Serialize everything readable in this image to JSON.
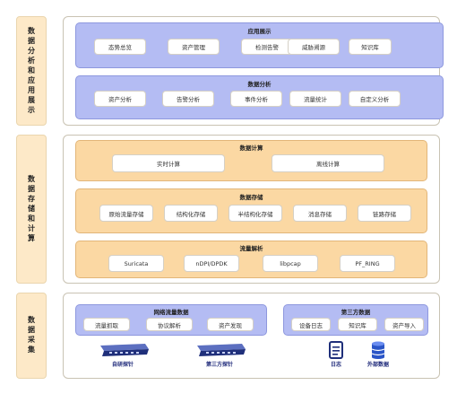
{
  "tiers": {
    "app": {
      "sidebar_label": "数据分析和应用展示",
      "panels": [
        {
          "title": "应用展示",
          "items": [
            "态势总览",
            "资产管理",
            "检测告警",
            "威胁溯源",
            "知识库"
          ]
        },
        {
          "title": "数据分析",
          "items": [
            "资产分析",
            "告警分析",
            "事件分析",
            "流量统计",
            "自定义分析"
          ]
        }
      ]
    },
    "storage": {
      "sidebar_label": "数据存储和计算",
      "panels": [
        {
          "title": "数据计算",
          "items": [
            "实时计算",
            "离线计算"
          ]
        },
        {
          "title": "数据存储",
          "items": [
            "原始流量存储",
            "结构化存储",
            "半结构化存储",
            "消息存储",
            "链路存储"
          ]
        },
        {
          "title": "流量解析",
          "items": [
            "Suricata",
            "nDPI/DPDK",
            "libpcap",
            "PF_RING"
          ]
        }
      ]
    },
    "collect": {
      "sidebar_label": "数据采集",
      "panels": [
        {
          "title": "网络流量数据",
          "items": [
            "流量抓取",
            "协议解析",
            "资产发现"
          ]
        },
        {
          "title": "第三方数据",
          "items": [
            "设备日志",
            "知识库",
            "资产导入"
          ]
        }
      ],
      "sources": [
        "自研探针",
        "第三方探针",
        "日志",
        "外部数据"
      ]
    }
  },
  "colors": {
    "blue_panel": "#b4bcf3",
    "orange_panel": "#fbd8a3",
    "sidebar": "#fde9c8",
    "accent_blue": "#2c3f8e"
  }
}
